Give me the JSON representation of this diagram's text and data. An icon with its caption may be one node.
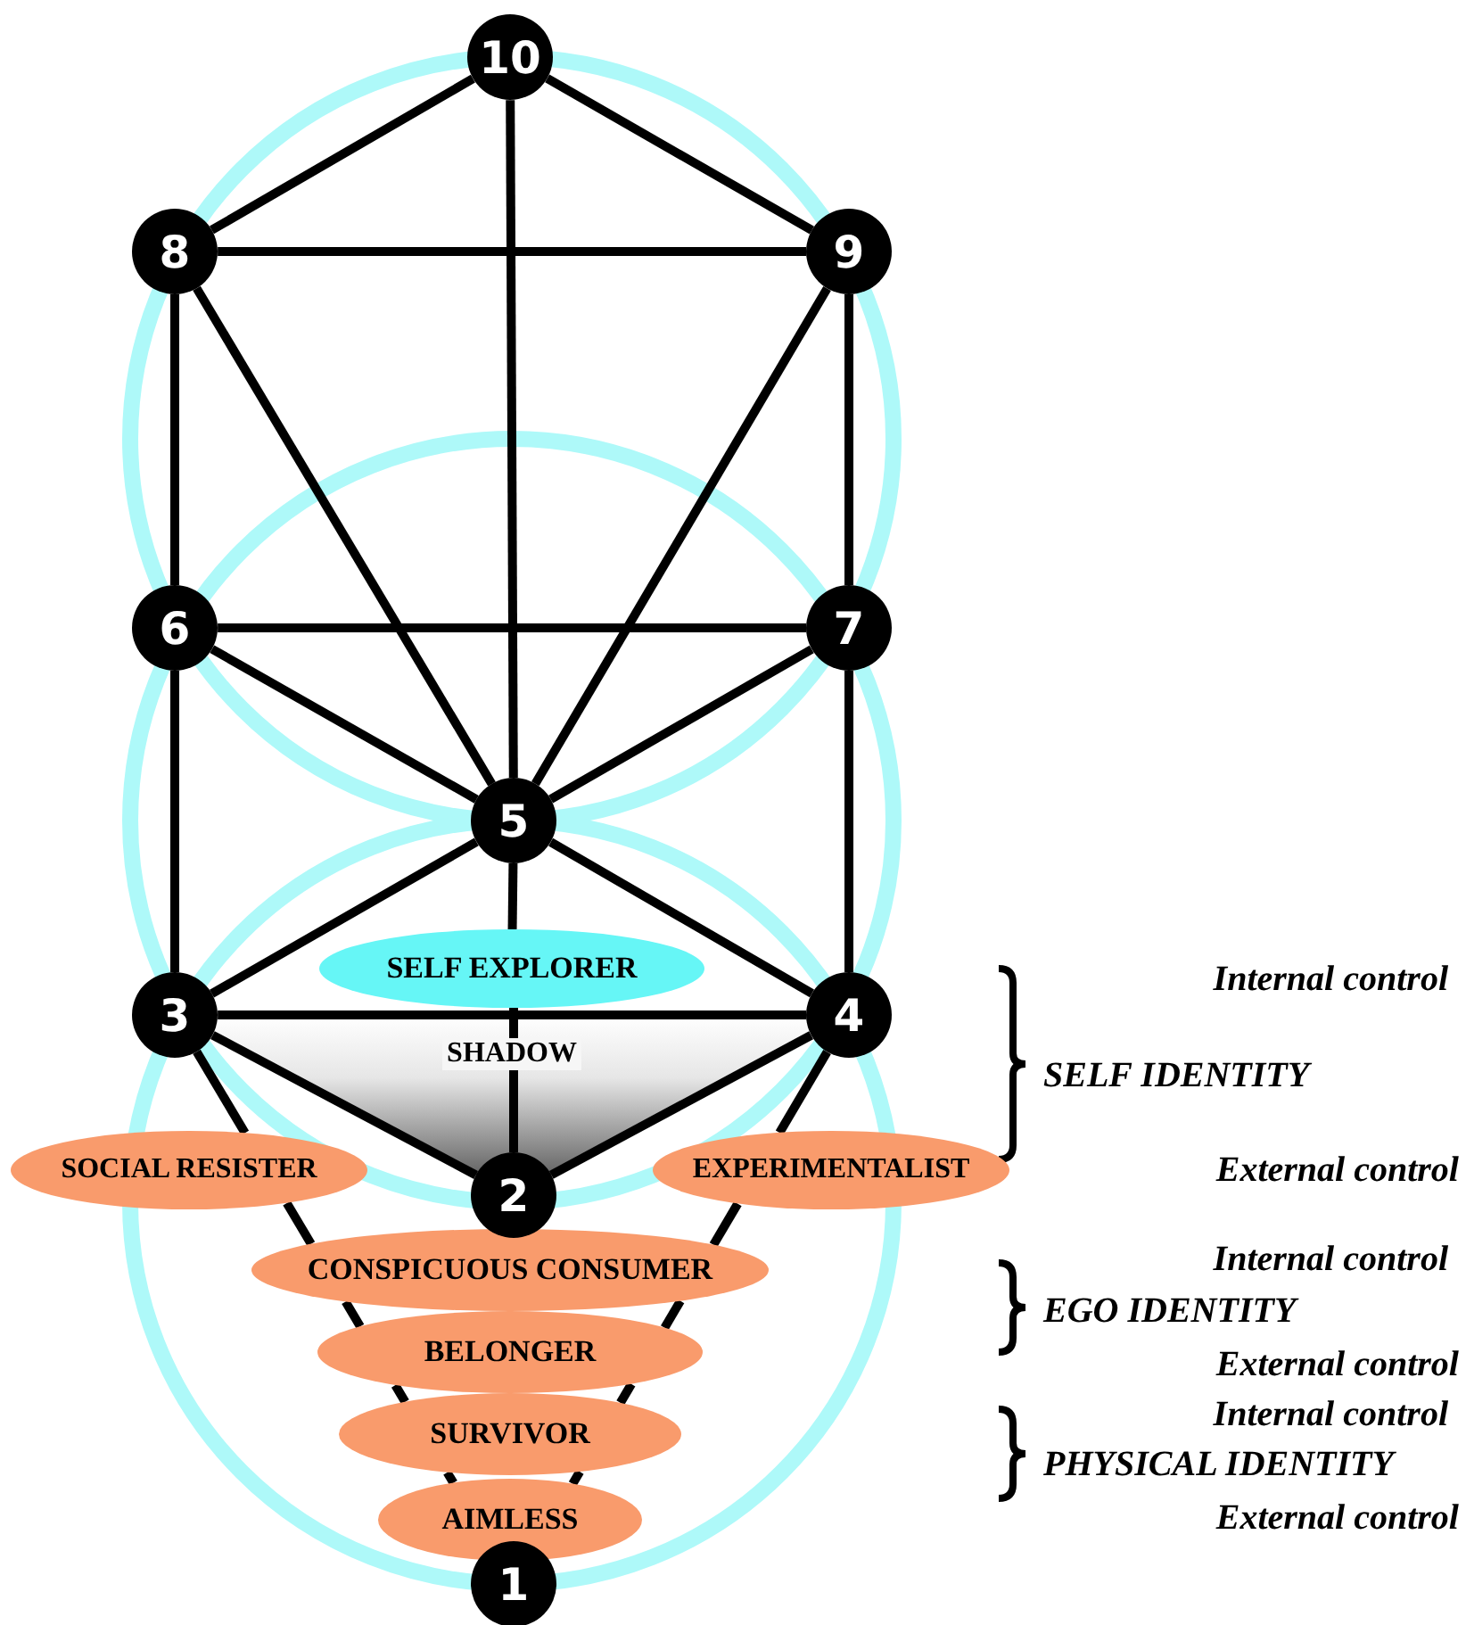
{
  "diagram": {
    "nodes": [
      {
        "text": [
          "10"
        ]
      },
      {
        "text": [
          "8"
        ]
      },
      {
        "text": [
          "9"
        ]
      },
      {
        "text": [
          "6"
        ]
      },
      {
        "text": [
          "7"
        ]
      },
      {
        "text": [
          "5"
        ]
      },
      {
        "text": [
          "SELF EXPLORER"
        ]
      },
      {
        "text": [
          "3"
        ]
      },
      {
        "text": [
          "4"
        ]
      },
      {
        "text": [
          "SHADOW"
        ]
      },
      {
        "text": [
          "SOCIAL RESISTER"
        ]
      },
      {
        "text": [
          "EXPERIMENTALIST"
        ]
      },
      {
        "text": [
          "2"
        ]
      },
      {
        "text": [
          "CONSPICUOUS CONSUMER"
        ]
      },
      {
        "text": [
          "BELONGER"
        ]
      },
      {
        "text": [
          "SURVIVOR"
        ]
      },
      {
        "text": [
          "AIMLESS"
        ]
      },
      {
        "text": [
          "1"
        ]
      }
    ],
    "edges": [
      {
        "from": 0,
        "to": 1,
        "arrow": "none"
      },
      {
        "from": 0,
        "to": 2,
        "arrow": "none"
      },
      {
        "from": 0,
        "to": 5,
        "arrow": "none"
      },
      {
        "from": 1,
        "to": 2,
        "arrow": "none"
      },
      {
        "from": 1,
        "to": 3,
        "arrow": "none"
      },
      {
        "from": 1,
        "to": 5,
        "arrow": "none"
      },
      {
        "from": 2,
        "to": 4,
        "arrow": "none"
      },
      {
        "from": 2,
        "to": 5,
        "arrow": "none"
      },
      {
        "from": 3,
        "to": 4,
        "arrow": "none"
      },
      {
        "from": 3,
        "to": 5,
        "arrow": "none"
      },
      {
        "from": 4,
        "to": 5,
        "arrow": "none"
      },
      {
        "from": 3,
        "to": 7,
        "arrow": "none"
      },
      {
        "from": 4,
        "to": 8,
        "arrow": "none"
      },
      {
        "from": 5,
        "to": 7,
        "arrow": "none"
      },
      {
        "from": 5,
        "to": 8,
        "arrow": "none"
      },
      {
        "from": 5,
        "to": 6,
        "arrow": "none"
      },
      {
        "from": 6,
        "to": 9,
        "arrow": "none"
      },
      {
        "from": 9,
        "to": 12,
        "arrow": "none"
      },
      {
        "from": 7,
        "to": 8,
        "arrow": "none"
      },
      {
        "from": 7,
        "to": 12,
        "arrow": "none"
      },
      {
        "from": 8,
        "to": 12,
        "arrow": "none"
      },
      {
        "from": 7,
        "to": 10,
        "arrow": "none"
      },
      {
        "from": 10,
        "to": 13,
        "arrow": "none"
      },
      {
        "from": 13,
        "to": 14,
        "arrow": "none"
      },
      {
        "from": 14,
        "to": 15,
        "arrow": "none"
      },
      {
        "from": 15,
        "to": 16,
        "arrow": "none"
      },
      {
        "from": 8,
        "to": 11,
        "arrow": "none"
      },
      {
        "from": 11,
        "to": 13,
        "arrow": "none"
      },
      {
        "from": 13,
        "to": 14,
        "arrow": "none"
      },
      {
        "from": 14,
        "to": 15,
        "arrow": "none"
      },
      {
        "from": 15,
        "to": 16,
        "arrow": "none"
      }
    ],
    "labels": [
      "Internal control",
      "SELF IDENTITY",
      "External control",
      "Internal control",
      "EGO IDENTITY",
      "External control",
      "Internal control",
      "PHYSICAL IDENTITY",
      "External control"
    ]
  }
}
